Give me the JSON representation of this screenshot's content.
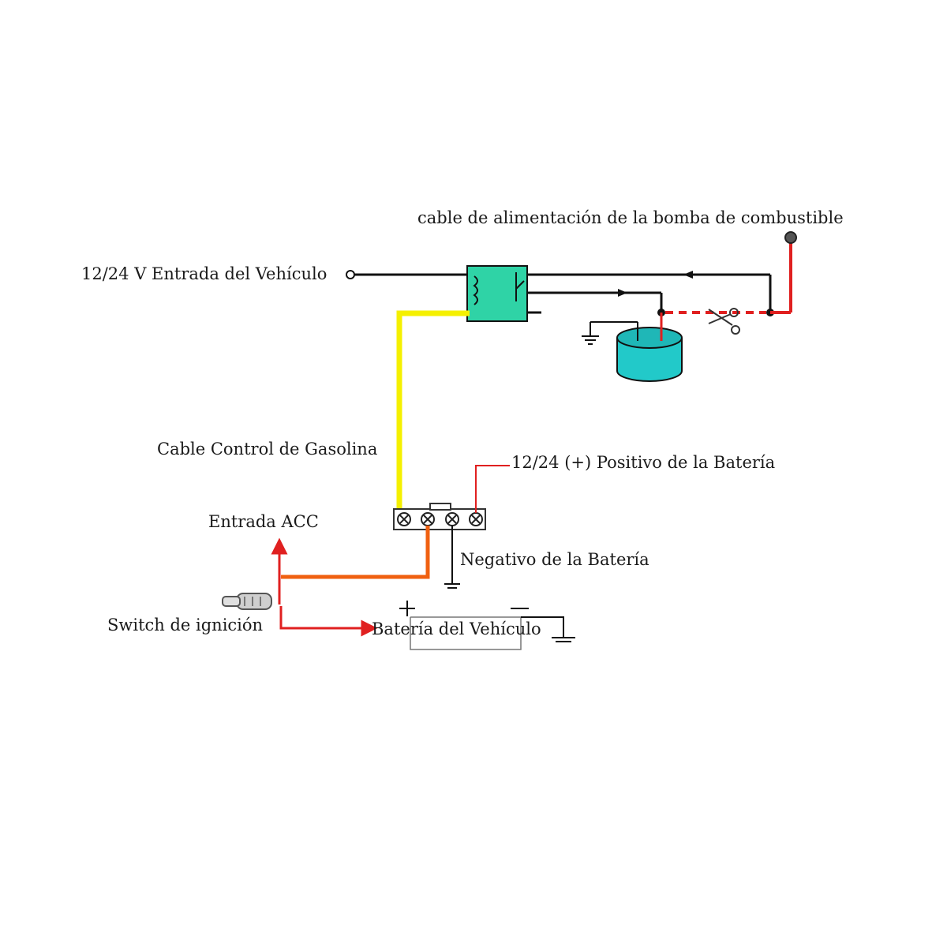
{
  "labels": {
    "pump_power_cable": "cable de alimentación de la bomba de combustible",
    "vehicle_input": "12/24 V Entrada del Vehículo",
    "fuel_control_cable": "Cable Control de Gasolina",
    "battery_positive": "12/24 (+) Positivo de la Batería",
    "acc_input": "Entrada ACC",
    "battery_negative": "Negativo de la Batería",
    "ignition_switch": "Switch de ignición",
    "vehicle_battery": "Batería del Vehículo"
  },
  "colors": {
    "wire_black": "#111111",
    "wire_red": "#e02020",
    "wire_yellow": "#f5f000",
    "wire_orange": "#f06010",
    "relay_fill": "#2fd3a6",
    "pump_fill": "#22c9c9"
  }
}
